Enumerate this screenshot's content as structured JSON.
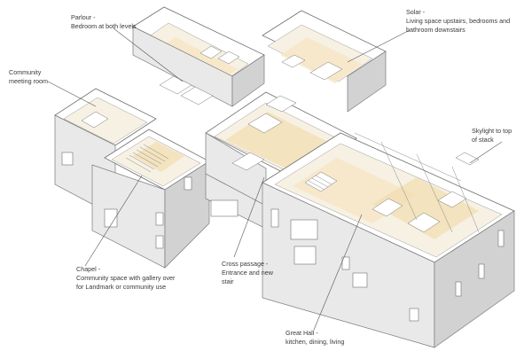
{
  "labels": {
    "parlour": {
      "title": "Parlour -",
      "desc": "Bedroom at both levels"
    },
    "solar": {
      "title": "Solar -",
      "desc1": "Living space upstairs, bedrooms and",
      "desc2": "bathroom downstairs"
    },
    "community": {
      "line1": "Community",
      "line2": "meeting room"
    },
    "skylight": {
      "line1": "Skylight to top",
      "line2": "of stack"
    },
    "chapel": {
      "title": "Chapel -",
      "desc1": "Community space with gallery over",
      "desc2": "for Landmark or community use"
    },
    "cross_passage": {
      "title": "Cross passage -",
      "desc1": "Entrance and new",
      "desc2": "stair"
    },
    "great_hall": {
      "title": "Great Hall -",
      "desc": "kitchen, dining, living"
    }
  }
}
